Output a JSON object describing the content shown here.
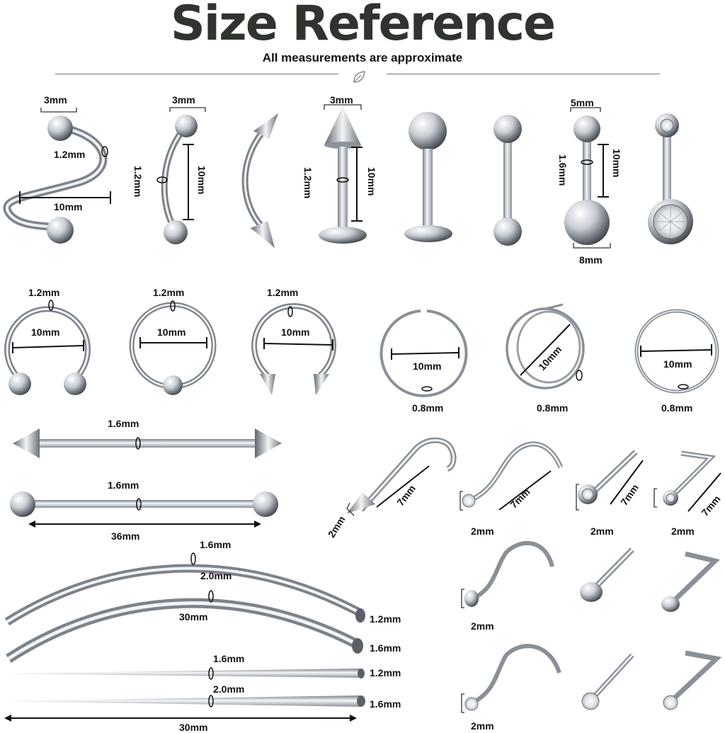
{
  "header": {
    "title": "Size Reference",
    "subtitle": "All measurements are approximate",
    "divider_icon": "leaf-icon"
  },
  "colors": {
    "title": "#2f342f",
    "metal_dark": "#7a7f86",
    "metal_light": "#f4f6f8",
    "text": "#111111",
    "rule": "#777777"
  },
  "items": {
    "spiral_twister": {
      "ball": "3mm",
      "gauge": "1.2mm",
      "width": "10mm"
    },
    "curved_barbell": {
      "ball": "3mm",
      "gauge": "1.2mm",
      "length": "10mm"
    },
    "labret_spike": {
      "spike": "3mm",
      "gauge": "1.2mm",
      "length": "10mm"
    },
    "belly_ring": {
      "top_ball": "5mm",
      "gauge": "1.6mm",
      "length": "10mm",
      "bottom_ball": "8mm"
    },
    "horseshoe_ball": {
      "gauge": "1.2mm",
      "diameter": "10mm"
    },
    "captive_bead_ring": {
      "gauge": "1.2mm",
      "diameter": "10mm"
    },
    "horseshoe_spike": {
      "gauge": "1.2mm",
      "diameter": "10mm"
    },
    "seamless_ring": {
      "diameter": "10mm",
      "gauge": "0.8mm"
    },
    "spiral_ring": {
      "diameter": "10mm",
      "gauge": "0.8mm"
    },
    "segment_ring": {
      "diameter": "10mm",
      "gauge": "0.8mm"
    },
    "industrial_spike": {
      "gauge": "1.6mm"
    },
    "industrial_ball": {
      "gauge": "1.6mm",
      "length": "36mm"
    },
    "nose_screw_spike": {
      "length": "7mm",
      "head": "2mm"
    },
    "nose_screw_gem": {
      "length": "7mm",
      "head": "2mm"
    },
    "nose_bone_gem": {
      "length": "7mm",
      "head": "2mm"
    },
    "nose_l_gem": {
      "length": "7mm",
      "head": "2mm"
    },
    "nose_flat_row": {
      "head": "2mm"
    },
    "nose_prong_row": {
      "head": "2mm"
    },
    "taper_curved_1": {
      "wide": "1.6mm",
      "end": "1.2mm"
    },
    "taper_curved_2": {
      "wide": "2.0mm",
      "length": "30mm",
      "end": "1.6mm"
    },
    "taper_straight_1": {
      "wide": "1.6mm",
      "end": "1.2mm"
    },
    "taper_straight_2": {
      "wide": "2.0mm",
      "end": "1.6mm",
      "length": "30mm"
    }
  }
}
